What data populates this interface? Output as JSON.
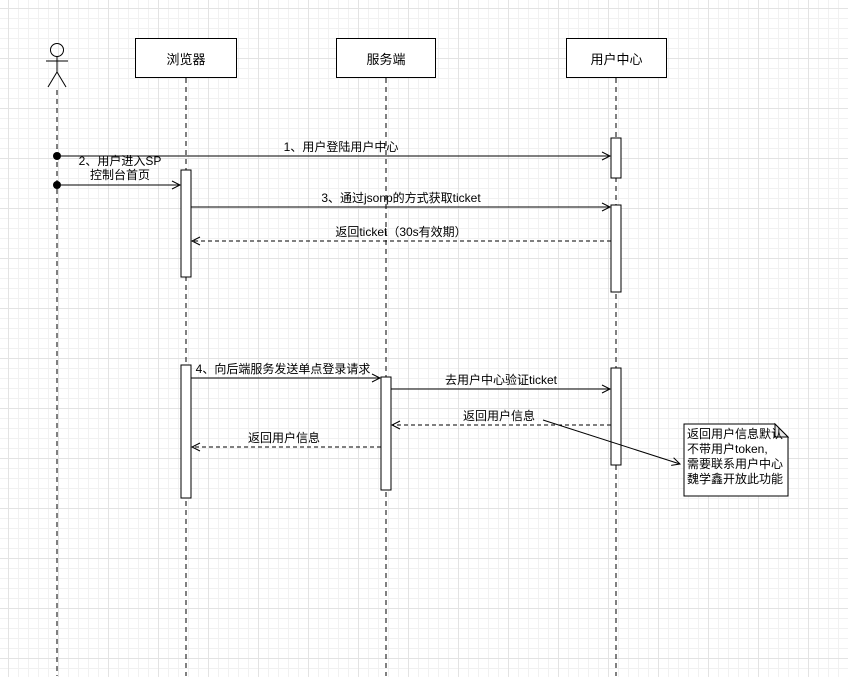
{
  "diagram": {
    "lifelines": [
      {
        "label": "浏览器"
      },
      {
        "label": "服务端"
      },
      {
        "label": "用户中心"
      }
    ],
    "messages": [
      {
        "label": "1、用户登陆用户中心"
      },
      {
        "label": "2、用户进入SP\n控制台首页"
      },
      {
        "label": "3、通过jsonp的方式获取ticket"
      },
      {
        "label": "返回ticket（30s有效期）"
      },
      {
        "label": "4、向后端服务发送单点登录请求"
      },
      {
        "label": "去用户中心验证ticket"
      },
      {
        "label": "返回用户信息"
      },
      {
        "label": "返回用户信息"
      }
    ],
    "note": {
      "text": "返回用户信息默认\n不带用户token,\n需要联系用户中心\n魏学鑫开放此功能"
    }
  }
}
